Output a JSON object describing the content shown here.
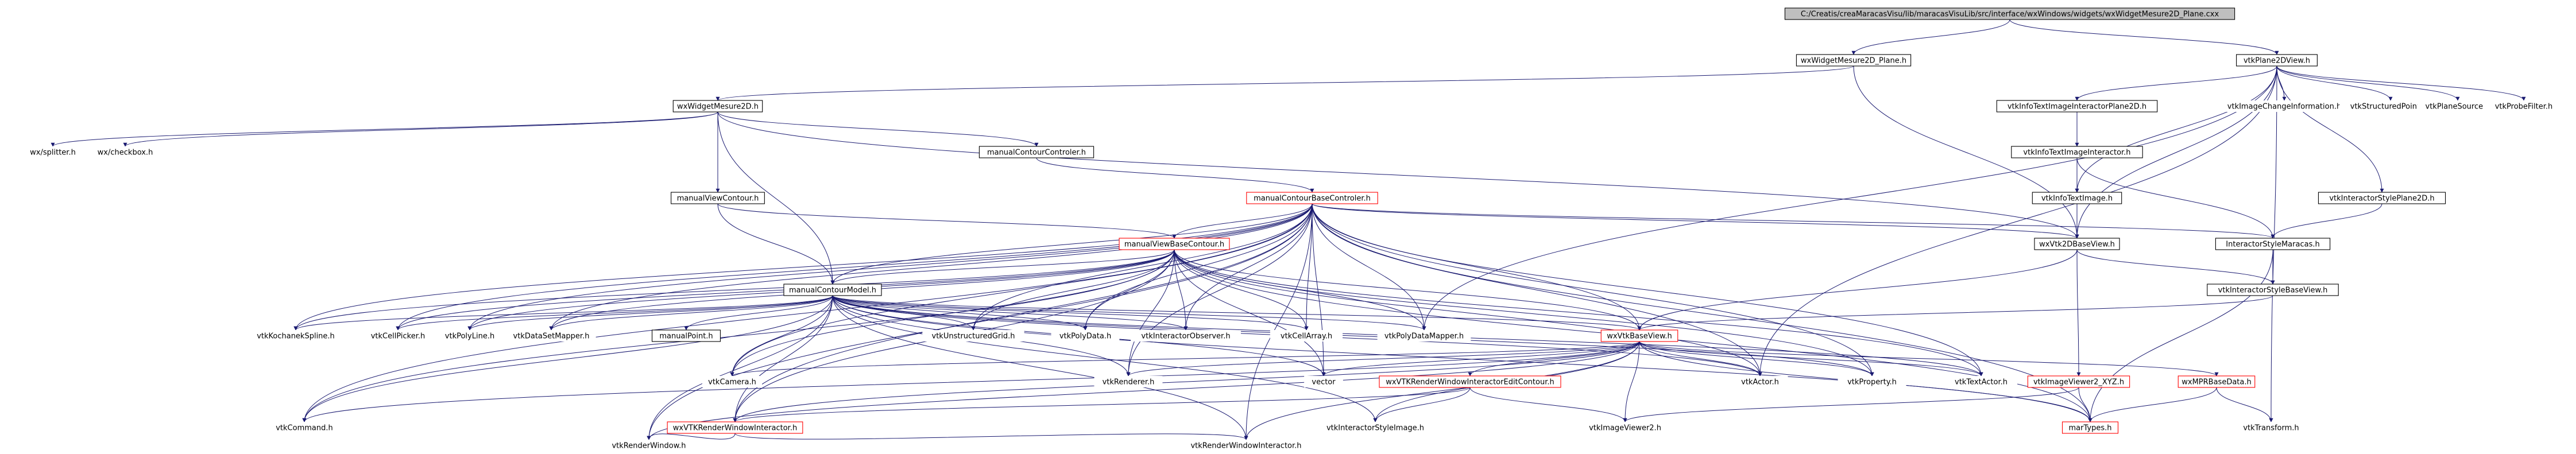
{
  "diagram": {
    "nodes": [
      {
        "id": "root",
        "label": "C:/Creatis/creaMaracasVisu/lib/maracasVisuLib/src/interface/wxWindows/widgets/wxWidgetMesure2D_Plane.cxx",
        "style": "root"
      },
      {
        "id": "wxWidgetMesure2D_Plane",
        "label": "wxWidgetMesure2D_Plane.h",
        "style": "box"
      },
      {
        "id": "vtkPlane2DView",
        "label": "vtkPlane2DView.h",
        "style": "box"
      },
      {
        "id": "wxWidgetMesure2D",
        "label": "wxWidgetMesure2D.h",
        "style": "box"
      },
      {
        "id": "vtkInfoTextImageInteractorPlane2D",
        "label": "vtkInfoTextImageInteractorPlane2D.h",
        "style": "box"
      },
      {
        "id": "vtkImageChangeInformation",
        "label": "vtkImageChangeInformation.h",
        "style": "nobox"
      },
      {
        "id": "vtkStructuredPoints",
        "label": "vtkStructuredPoints.h",
        "style": "nobox"
      },
      {
        "id": "vtkPlaneSource",
        "label": "vtkPlaneSource.h",
        "style": "nobox"
      },
      {
        "id": "vtkProbeFilter",
        "label": "vtkProbeFilter.h",
        "style": "nobox"
      },
      {
        "id": "wxsplitter",
        "label": "wx/splitter.h",
        "style": "nobox"
      },
      {
        "id": "wxcheckbox",
        "label": "wx/checkbox.h",
        "style": "nobox"
      },
      {
        "id": "manualContourControler",
        "label": "manualContourControler.h",
        "style": "box"
      },
      {
        "id": "vtkInfoTextImageInteractor",
        "label": "vtkInfoTextImageInteractor.h",
        "style": "box"
      },
      {
        "id": "manualViewContour",
        "label": "manualViewContour.h",
        "style": "box"
      },
      {
        "id": "manualContourBaseControler",
        "label": "manualContourBaseControler.h",
        "style": "red"
      },
      {
        "id": "vtkInteractorStylePlane2D",
        "label": "vtkInteractorStylePlane2D.h",
        "style": "box"
      },
      {
        "id": "vtkInfoTextImage",
        "label": "vtkInfoTextImage.h",
        "style": "box"
      },
      {
        "id": "manualViewBaseContour",
        "label": "manualViewBaseContour.h",
        "style": "red"
      },
      {
        "id": "wxVtk2DBaseView",
        "label": "wxVtk2DBaseView.h",
        "style": "box"
      },
      {
        "id": "InteractorStyleMaracas",
        "label": "InteractorStyleMaracas.h",
        "style": "box"
      },
      {
        "id": "manualContourModel",
        "label": "manualContourModel.h",
        "style": "box"
      },
      {
        "id": "vtkInteractorStyleBaseView",
        "label": "vtkInteractorStyleBaseView.h",
        "style": "box"
      },
      {
        "id": "vtkKochanekSpline",
        "label": "vtkKochanekSpline.h",
        "style": "nobox"
      },
      {
        "id": "vtkCellPicker",
        "label": "vtkCellPicker.h",
        "style": "nobox"
      },
      {
        "id": "vtkPolyLine",
        "label": "vtkPolyLine.h",
        "style": "nobox"
      },
      {
        "id": "vtkDataSetMapper",
        "label": "vtkDataSetMapper.h",
        "style": "nobox"
      },
      {
        "id": "manualPoint",
        "label": "manualPoint.h",
        "style": "box"
      },
      {
        "id": "vtkUnstructuredGrid",
        "label": "vtkUnstructuredGrid.h",
        "style": "nobox"
      },
      {
        "id": "vtkPolyData",
        "label": "vtkPolyData.h",
        "style": "nobox"
      },
      {
        "id": "vtkInteractorObserver",
        "label": "vtkInteractorObserver.h",
        "style": "nobox"
      },
      {
        "id": "vtkCellArray",
        "label": "vtkCellArray.h",
        "style": "nobox"
      },
      {
        "id": "vtkPolyDataMapper",
        "label": "vtkPolyDataMapper.h",
        "style": "nobox"
      },
      {
        "id": "wxVtkBaseView",
        "label": "wxVtkBaseView.h",
        "style": "red"
      },
      {
        "id": "vtkCamera",
        "label": "vtkCamera.h",
        "style": "nobox"
      },
      {
        "id": "vtkRenderer",
        "label": "vtkRenderer.h",
        "style": "nobox"
      },
      {
        "id": "vector",
        "label": "vector",
        "style": "nobox"
      },
      {
        "id": "wxVTKRenderWindowInteractorEditContour",
        "label": "wxVTKRenderWindowInteractorEditContour.h",
        "style": "red"
      },
      {
        "id": "vtkActor",
        "label": "vtkActor.h",
        "style": "nobox"
      },
      {
        "id": "vtkProperty",
        "label": "vtkProperty.h",
        "style": "nobox"
      },
      {
        "id": "vtkTextActor",
        "label": "vtkTextActor.h",
        "style": "nobox"
      },
      {
        "id": "wxMPRBaseData",
        "label": "wxMPRBaseData.h",
        "style": "red"
      },
      {
        "id": "vtkImageViewer2_XYZ",
        "label": "vtkImageViewer2_XYZ.h",
        "style": "red"
      },
      {
        "id": "vtkCommand",
        "label": "vtkCommand.h",
        "style": "nobox"
      },
      {
        "id": "wxVTKRenderWindowInteractor",
        "label": "wxVTKRenderWindowInteractor.h",
        "style": "red"
      },
      {
        "id": "vtkInteractorStyleImage",
        "label": "vtkInteractorStyleImage.h",
        "style": "nobox"
      },
      {
        "id": "vtkImageViewer2",
        "label": "vtkImageViewer2.h",
        "style": "nobox"
      },
      {
        "id": "marTypes",
        "label": "marTypes.h",
        "style": "red"
      },
      {
        "id": "vtkTransform",
        "label": "vtkTransform.h",
        "style": "nobox"
      },
      {
        "id": "vtkRenderWindow",
        "label": "vtkRenderWindow.h",
        "style": "nobox"
      },
      {
        "id": "vtkRenderWindowInteractor",
        "label": "vtkRenderWindowInteractor.h",
        "style": "nobox"
      }
    ],
    "edges": [
      [
        "root",
        "wxWidgetMesure2D_Plane"
      ],
      [
        "root",
        "vtkPlane2DView"
      ],
      [
        "wxWidgetMesure2D_Plane",
        "wxWidgetMesure2D"
      ],
      [
        "wxWidgetMesure2D_Plane",
        "wxVtk2DBaseView"
      ],
      [
        "vtkPlane2DView",
        "vtkInfoTextImageInteractorPlane2D"
      ],
      [
        "vtkPlane2DView",
        "vtkImageChangeInformation"
      ],
      [
        "vtkPlane2DView",
        "vtkStructuredPoints"
      ],
      [
        "vtkPlane2DView",
        "vtkPlaneSource"
      ],
      [
        "vtkPlane2DView",
        "vtkProbeFilter"
      ],
      [
        "vtkPlane2DView",
        "vtkInteractorStylePlane2D"
      ],
      [
        "vtkPlane2DView",
        "wxVtk2DBaseView"
      ],
      [
        "vtkPlane2DView",
        "vtkInfoTextImage"
      ],
      [
        "vtkPlane2DView",
        "vtkPolyDataMapper"
      ],
      [
        "vtkPlane2DView",
        "vtkTransform"
      ],
      [
        "vtkPlane2DView",
        "vtkActor"
      ],
      [
        "wxWidgetMesure2D",
        "wxsplitter"
      ],
      [
        "wxWidgetMesure2D",
        "wxcheckbox"
      ],
      [
        "wxWidgetMesure2D",
        "manualContourControler"
      ],
      [
        "wxWidgetMesure2D",
        "manualViewContour"
      ],
      [
        "wxWidgetMesure2D",
        "manualContourModel"
      ],
      [
        "wxWidgetMesure2D",
        "wxVtk2DBaseView"
      ],
      [
        "vtkInfoTextImageInteractorPlane2D",
        "vtkInfoTextImageInteractor"
      ],
      [
        "vtkInfoTextImageInteractor",
        "vtkInfoTextImage"
      ],
      [
        "vtkInfoTextImageInteractor",
        "InteractorStyleMaracas"
      ],
      [
        "vtkInteractorStylePlane2D",
        "InteractorStyleMaracas"
      ],
      [
        "manualContourControler",
        "manualContourBaseControler"
      ],
      [
        "manualViewContour",
        "manualViewBaseContour"
      ],
      [
        "manualViewContour",
        "manualContourModel"
      ],
      [
        "manualContourBaseControler",
        "manualViewBaseContour"
      ],
      [
        "manualContourBaseControler",
        "manualContourModel"
      ],
      [
        "manualContourBaseControler",
        "wxVtk2DBaseView"
      ],
      [
        "manualContourBaseControler",
        "InteractorStyleMaracas"
      ],
      [
        "manualContourBaseControler",
        "vtkKochanekSpline"
      ],
      [
        "manualContourBaseControler",
        "vtkCellPicker"
      ],
      [
        "manualContourBaseControler",
        "vtkPolyLine"
      ],
      [
        "manualContourBaseControler",
        "vtkDataSetMapper"
      ],
      [
        "manualContourBaseControler",
        "vtkUnstructuredGrid"
      ],
      [
        "manualContourBaseControler",
        "vtkPolyData"
      ],
      [
        "manualContourBaseControler",
        "vtkInteractorObserver"
      ],
      [
        "manualContourBaseControler",
        "vtkCellArray"
      ],
      [
        "manualContourBaseControler",
        "vtkPolyDataMapper"
      ],
      [
        "manualContourBaseControler",
        "wxVtkBaseView"
      ],
      [
        "manualContourBaseControler",
        "vtkRenderer"
      ],
      [
        "manualContourBaseControler",
        "vector"
      ],
      [
        "manualContourBaseControler",
        "vtkActor"
      ],
      [
        "manualContourBaseControler",
        "vtkProperty"
      ],
      [
        "manualContourBaseControler",
        "vtkTextActor"
      ],
      [
        "manualContourBaseControler",
        "marTypes"
      ],
      [
        "manualContourBaseControler",
        "vtkCommand"
      ],
      [
        "manualContourBaseControler",
        "wxVTKRenderWindowInteractor"
      ],
      [
        "manualContourBaseControler",
        "vtkRenderWindow"
      ],
      [
        "manualContourBaseControler",
        "vtkRenderWindowInteractor"
      ],
      [
        "manualContourBaseControler",
        "vtkCamera"
      ],
      [
        "vtkInfoTextImage",
        "wxVtk2DBaseView"
      ],
      [
        "manualViewBaseContour",
        "manualContourModel"
      ],
      [
        "manualViewBaseContour",
        "wxVtkBaseView"
      ],
      [
        "manualViewBaseContour",
        "vtkKochanekSpline"
      ],
      [
        "manualViewBaseContour",
        "vtkCellPicker"
      ],
      [
        "manualViewBaseContour",
        "vtkPolyLine"
      ],
      [
        "manualViewBaseContour",
        "vtkDataSetMapper"
      ],
      [
        "manualViewBaseContour",
        "vtkUnstructuredGrid"
      ],
      [
        "manualViewBaseContour",
        "vtkPolyData"
      ],
      [
        "manualViewBaseContour",
        "vtkInteractorObserver"
      ],
      [
        "manualViewBaseContour",
        "vtkCellArray"
      ],
      [
        "manualViewBaseContour",
        "vtkPolyDataMapper"
      ],
      [
        "manualViewBaseContour",
        "vtkRenderer"
      ],
      [
        "manualViewBaseContour",
        "vector"
      ],
      [
        "manualViewBaseContour",
        "vtkActor"
      ],
      [
        "manualViewBaseContour",
        "vtkProperty"
      ],
      [
        "manualViewBaseContour",
        "vtkTextActor"
      ],
      [
        "manualViewBaseContour",
        "marTypes"
      ],
      [
        "manualViewBaseContour",
        "vtkCamera"
      ],
      [
        "manualViewBaseContour",
        "vtkCommand"
      ],
      [
        "manualViewBaseContour",
        "wxVTKRenderWindowInteractor"
      ],
      [
        "wxVtk2DBaseView",
        "wxVtkBaseView"
      ],
      [
        "wxVtk2DBaseView",
        "vtkInteractorStyleBaseView"
      ],
      [
        "wxVtk2DBaseView",
        "vtkImageViewer2_XYZ"
      ],
      [
        "InteractorStyleMaracas",
        "vtkInteractorStyleBaseView"
      ],
      [
        "InteractorStyleMaracas",
        "marTypes"
      ],
      [
        "vtkInteractorStyleBaseView",
        "wxVtkBaseView"
      ],
      [
        "manualContourModel",
        "vtkKochanekSpline"
      ],
      [
        "manualContourModel",
        "vtkCellPicker"
      ],
      [
        "manualContourModel",
        "vtkPolyLine"
      ],
      [
        "manualContourModel",
        "vtkDataSetMapper"
      ],
      [
        "manualContourModel",
        "manualPoint"
      ],
      [
        "manualContourModel",
        "vtkUnstructuredGrid"
      ],
      [
        "manualContourModel",
        "vtkPolyData"
      ],
      [
        "manualContourModel",
        "vtkInteractorObserver"
      ],
      [
        "manualContourModel",
        "vtkCellArray"
      ],
      [
        "manualContourModel",
        "vtkPolyDataMapper"
      ],
      [
        "manualContourModel",
        "wxVtkBaseView"
      ],
      [
        "manualContourModel",
        "vtkCamera"
      ],
      [
        "manualContourModel",
        "vtkRenderer"
      ],
      [
        "manualContourModel",
        "vector"
      ],
      [
        "manualContourModel",
        "vtkCommand"
      ],
      [
        "manualContourModel",
        "wxVTKRenderWindowInteractor"
      ],
      [
        "manualContourModel",
        "vtkInteractorStyleImage"
      ],
      [
        "manualContourModel",
        "vtkRenderWindow"
      ],
      [
        "manualContourModel",
        "vtkRenderWindowInteractor"
      ],
      [
        "manualContourModel",
        "vtkActor"
      ],
      [
        "manualContourModel",
        "vtkProperty"
      ],
      [
        "manualContourModel",
        "vtkTextActor"
      ],
      [
        "manualContourModel",
        "marTypes"
      ],
      [
        "wxVtkBaseView",
        "vtkCamera"
      ],
      [
        "wxVtkBaseView",
        "vtkRenderer"
      ],
      [
        "wxVtkBaseView",
        "vector"
      ],
      [
        "wxVtkBaseView",
        "wxVTKRenderWindowInteractorEditContour"
      ],
      [
        "wxVtkBaseView",
        "vtkActor"
      ],
      [
        "wxVtkBaseView",
        "vtkProperty"
      ],
      [
        "wxVtkBaseView",
        "vtkTextActor"
      ],
      [
        "wxVtkBaseView",
        "wxMPRBaseData"
      ],
      [
        "wxVtkBaseView",
        "vtkImageViewer2"
      ],
      [
        "wxVtkBaseView",
        "vtkInteractorStyleImage"
      ],
      [
        "wxVtkBaseView",
        "marTypes"
      ],
      [
        "wxVtkBaseView",
        "wxVTKRenderWindowInteractor"
      ],
      [
        "wxVtkBaseView",
        "vtkCommand"
      ],
      [
        "wxVtkBaseView",
        "vtkRenderWindow"
      ],
      [
        "wxVtkBaseView",
        "vtkRenderWindowInteractor"
      ],
      [
        "wxVTKRenderWindowInteractorEditContour",
        "wxVTKRenderWindowInteractor"
      ],
      [
        "wxVTKRenderWindowInteractorEditContour",
        "vtkInteractorStyleImage"
      ],
      [
        "wxVTKRenderWindowInteractorEditContour",
        "vtkImageViewer2"
      ],
      [
        "wxMPRBaseData",
        "marTypes"
      ],
      [
        "wxMPRBaseData",
        "vtkTransform"
      ],
      [
        "vtkImageViewer2_XYZ",
        "vtkImageViewer2"
      ],
      [
        "vtkImageViewer2_XYZ",
        "marTypes"
      ],
      [
        "wxVTKRenderWindowInteractor",
        "vtkRenderWindow"
      ],
      [
        "wxVTKRenderWindowInteractor",
        "vtkRenderWindowInteractor"
      ]
    ]
  }
}
